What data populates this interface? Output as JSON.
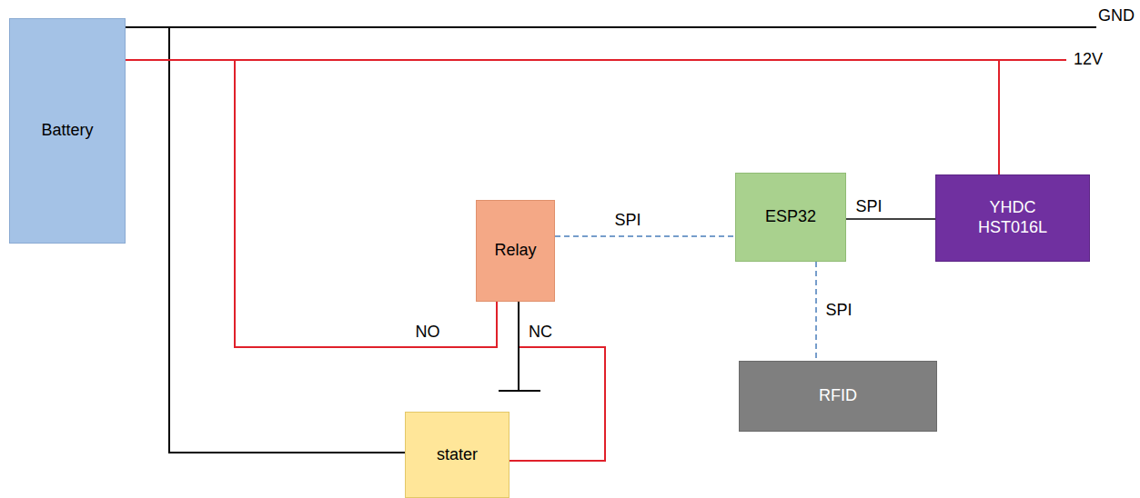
{
  "diagram": {
    "nodes": [
      {
        "text": [
          "Battery"
        ]
      },
      {
        "text": [
          "Relay"
        ]
      },
      {
        "text": [
          "ESP32"
        ]
      },
      {
        "text": [
          "YHDC HST016L"
        ]
      },
      {
        "text": [
          "RFID"
        ]
      },
      {
        "text": [
          "stater"
        ]
      }
    ],
    "edges": [
      {
        "from": 1,
        "to": 2,
        "arrow": "none",
        "label": "SPI"
      },
      {
        "from": 2,
        "to": 3,
        "arrow": "none",
        "label": "SPI"
      },
      {
        "from": 2,
        "to": 4,
        "arrow": "none",
        "label": "SPI"
      },
      {
        "from": 0,
        "to": 1,
        "arrow": "none",
        "label": "NO"
      },
      {
        "from": 1,
        "to": 5,
        "arrow": "none",
        "label": "NC"
      },
      {
        "from": 0,
        "to": 5,
        "arrow": "none"
      },
      {
        "from": 0,
        "to": 3,
        "arrow": "none"
      }
    ],
    "labels": [
      "GND",
      "12V"
    ]
  }
}
